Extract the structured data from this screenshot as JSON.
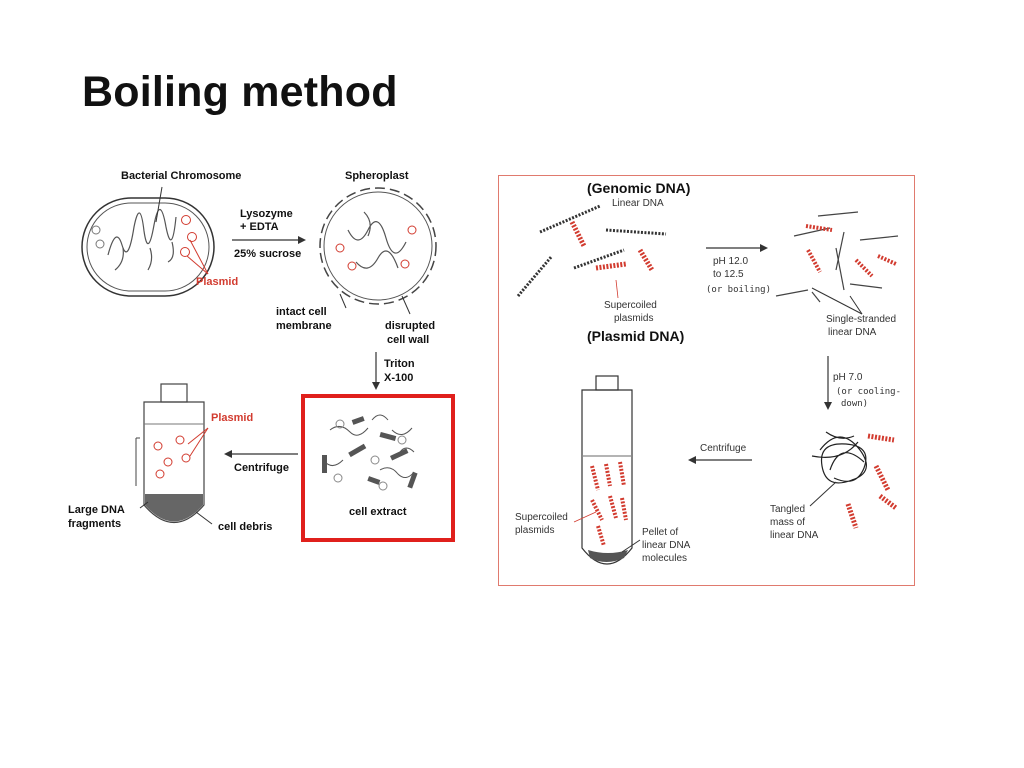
{
  "slide": {
    "title": "Boiling method"
  },
  "left_panel": {
    "bacterial_chromosome": "Bacterial Chromosome",
    "spheroplast": "Spheroplast",
    "lysozyme_line1": "Lysozyme",
    "lysozyme_line2": "+ EDTA",
    "sucrose": "25% sucrose",
    "plasmid_top": "Plasmid",
    "intact_line1": "intact cell",
    "intact_line2": "membrane",
    "disrupted_line1": "disrupted",
    "disrupted_line2": "cell wall",
    "triton_line1": "Triton",
    "triton_line2": "X-100",
    "plasmid_tube": "Plasmid",
    "centrifuge": "Centrifuge",
    "large_line1": "Large DNA",
    "large_line2": "fragments",
    "cell_debris": "cell debris",
    "cell_extract": "cell extract"
  },
  "right_panel": {
    "genomic": "(Genomic DNA)",
    "linear_dna": "Linear DNA",
    "ph_line1": "pH 12.0",
    "ph_line2": "to 12.5",
    "or_boiling": "(or boiling)",
    "supercoiled_line1": "Supercoiled",
    "supercoiled_line2": "plasmids",
    "plasmid_dna": "(Plasmid DNA)",
    "single_line1": "Single-stranded",
    "single_line2": "linear DNA",
    "ph7": "pH 7.0",
    "or_cooling_line1": "(or cooling-",
    "or_cooling_line2": "down)",
    "centrifuge": "Centrifuge",
    "supercoiled2_line1": "Supercoiled",
    "supercoiled2_line2": "plasmids",
    "pellet_line1": "Pellet of",
    "pellet_line2": "linear DNA",
    "pellet_line3": "molecules",
    "tangled_line1": "Tangled",
    "tangled_line2": "mass of",
    "tangled_line3": "linear DNA"
  },
  "colors": {
    "highlight_box": "#e0201c",
    "plasmid_red": "#d23b2f",
    "panel_border": "#e07a6e"
  }
}
